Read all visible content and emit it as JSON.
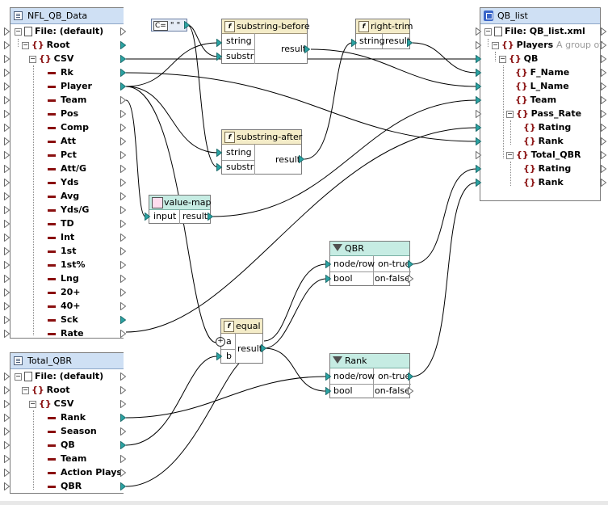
{
  "nfl_component": {
    "title": "NFL_QB_Data",
    "file_label": "File: (default)",
    "root_label": "Root",
    "csv_label": "CSV",
    "fields": [
      "Rk",
      "Player",
      "Team",
      "Pos",
      "Comp",
      "Att",
      "Pct",
      "Att/G",
      "Yds",
      "Avg",
      "Yds/G",
      "TD",
      "Int",
      "1st",
      "1st%",
      "Lng",
      "20+",
      "40+",
      "Sck",
      "Rate"
    ]
  },
  "total_component": {
    "title": "Total_QBR",
    "file_label": "File: (default)",
    "root_label": "Root",
    "csv_label": "CSV",
    "fields": [
      "Rank",
      "Season",
      "QB",
      "Team",
      "Action Plays",
      "QBR"
    ]
  },
  "target_component": {
    "title": "QB_list",
    "file_label": "File: QB_list.xml",
    "players_label": "Players",
    "players_annotation": "A group of",
    "qb_label": "QB",
    "fname_label": "F_Name",
    "lname_label": "L_Name",
    "team_label": "Team",
    "pass_rate_label": "Pass_Rate",
    "rating_label": "Rating",
    "rank_label": "Rank",
    "total_qbr_label": "Total_QBR",
    "rating2_label": "Rating",
    "rank2_label": "Rank"
  },
  "constant": {
    "icon_label": "C=",
    "value": "\" \""
  },
  "functions": {
    "substring_before": {
      "title": "substring-before",
      "in1": "string",
      "in2": "substr",
      "out": "result"
    },
    "substring_after": {
      "title": "substring-after",
      "in1": "string",
      "in2": "substr",
      "out": "result"
    },
    "right_trim": {
      "title": "right-trim",
      "in1": "string",
      "out": "result"
    },
    "value_map": {
      "title": "value-map",
      "in1": "input",
      "out": "result"
    },
    "equal": {
      "title": "equal",
      "in1": "a",
      "in2": "b",
      "out": "result"
    },
    "qbr_filter": {
      "title": "QBR",
      "in1": "node/row",
      "in2": "bool",
      "out1": "on-true",
      "out2": "on-false"
    },
    "rank_filter": {
      "title": "Rank",
      "in1": "node/row",
      "in2": "bool",
      "out1": "on-true",
      "out2": "on-false"
    }
  },
  "colors": {
    "title_bar": "#cfe0f4",
    "function_header": "#f4ecc8",
    "filter_header": "#c6ece3",
    "element": "#8a1010",
    "port": "#2aa3a3",
    "wire": "#000000"
  }
}
